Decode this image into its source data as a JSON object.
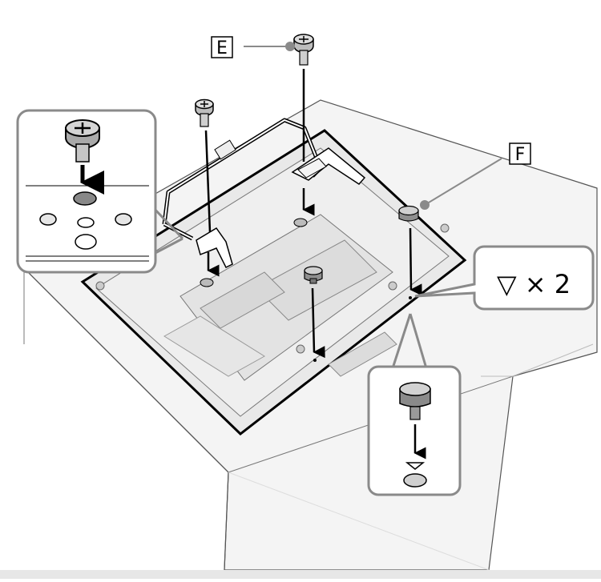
{
  "labels": {
    "part_e": "E",
    "part_f": "F",
    "callout_count": "▽ × 2"
  },
  "colors": {
    "outline": "#000000",
    "surface": "#f2f2f2",
    "panel_fill": "#ffffff",
    "shadow_gray": "#d9d9d9",
    "dark_gray": "#808080",
    "leader_gray": "#8a8a8a",
    "screw_fill": "#a9a9a9",
    "footer_band": "#e7e7e7"
  },
  "icons": {
    "screw": "screw-icon",
    "spacer": "spacer-icon",
    "arrow": "arrow-down-icon",
    "mark": "triangle-mark-icon"
  }
}
